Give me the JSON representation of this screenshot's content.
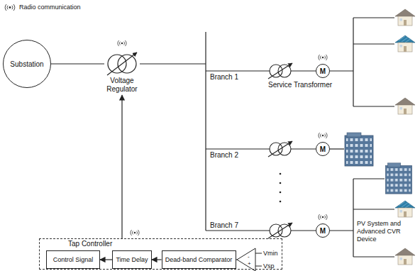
{
  "diagram": {
    "nodes": [
      {
        "text": [
          "Substation"
        ]
      },
      {
        "text": [
          "Voltage Regulator"
        ]
      },
      {
        "text": [
          "M"
        ]
      },
      {
        "text": [
          "M"
        ]
      },
      {
        "text": [
          "M"
        ]
      },
      {
        "text": [
          "Tap Controller"
        ]
      },
      {
        "text": [
          "Control Signal"
        ],
        "in": 5
      },
      {
        "text": [
          "Time Delay"
        ],
        "in": 5
      },
      {
        "text": [
          "Dead-band Comparator"
        ],
        "in": 5
      }
    ],
    "edges": [
      {
        "from": 0,
        "to": 1,
        "arrow": "none"
      },
      {
        "from": 5,
        "to": 1,
        "arrow": "to"
      },
      {
        "from": 7,
        "to": 6,
        "arrow": "to"
      },
      {
        "from": 8,
        "to": 7,
        "arrow": "to"
      }
    ],
    "labels": [
      "Branch 1",
      "Service Transformer",
      "Branch 2",
      "Branch 7",
      "PV System and Advanced CVR Device",
      "-",
      "+",
      "Vmin",
      "Vsp"
    ],
    "legend": [
      {
        "text": "Radio communication"
      }
    ]
  }
}
